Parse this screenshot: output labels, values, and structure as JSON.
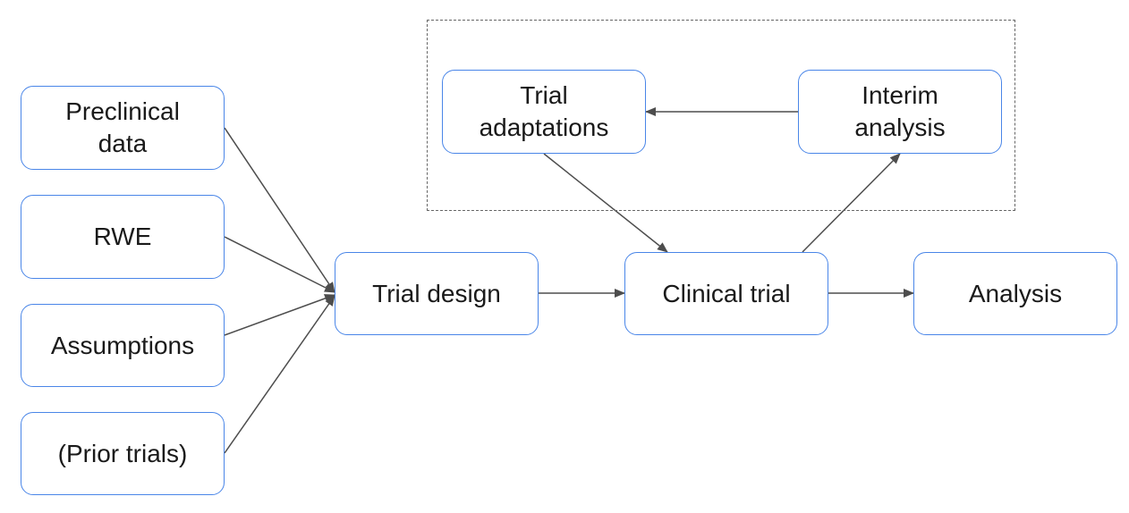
{
  "diagram": {
    "nodes": {
      "preclinical": "Preclinical\ndata",
      "rwe": "RWE",
      "assumptions": "Assumptions",
      "prior_trials": "(Prior trials)",
      "trial_design": "Trial design",
      "clinical_trial": "Clinical trial",
      "analysis": "Analysis",
      "trial_adaptations": "Trial\nadaptations",
      "interim_analysis": "Interim\nanalysis"
    },
    "edges": [
      {
        "from": "preclinical",
        "to": "trial_design"
      },
      {
        "from": "rwe",
        "to": "trial_design"
      },
      {
        "from": "assumptions",
        "to": "trial_design"
      },
      {
        "from": "prior_trials",
        "to": "trial_design"
      },
      {
        "from": "trial_design",
        "to": "clinical_trial"
      },
      {
        "from": "clinical_trial",
        "to": "analysis"
      },
      {
        "from": "clinical_trial",
        "to": "interim_analysis"
      },
      {
        "from": "interim_analysis",
        "to": "trial_adaptations"
      },
      {
        "from": "trial_adaptations",
        "to": "clinical_trial"
      }
    ],
    "colors": {
      "node_border": "#4a86e8",
      "edge": "#4d4d4d",
      "group_border": "#666666"
    }
  }
}
